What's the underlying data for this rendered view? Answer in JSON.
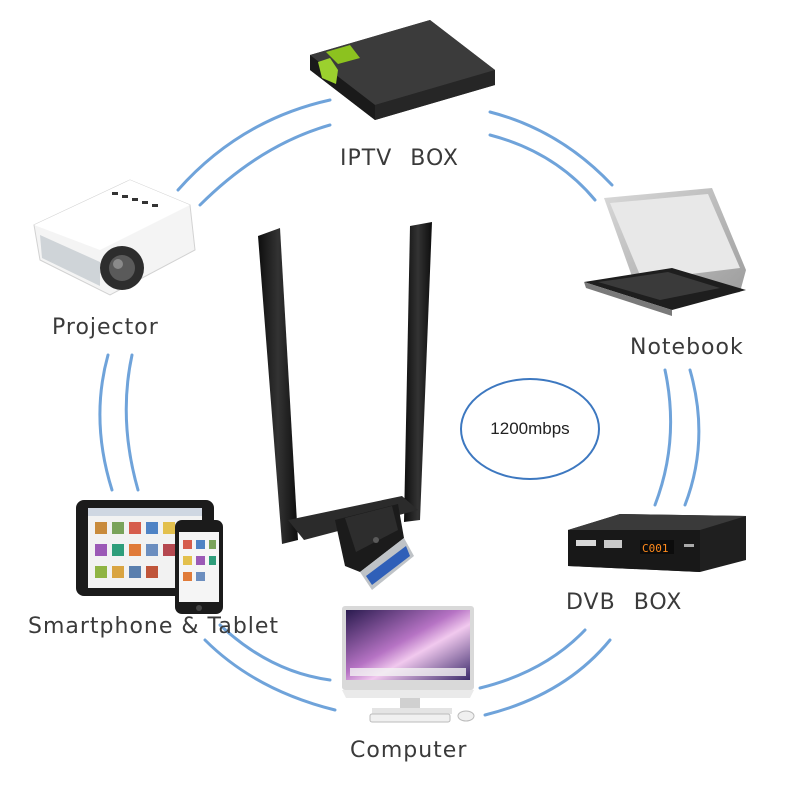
{
  "devices": {
    "iptv_box": "IPTV BOX",
    "notebook": "Notebook",
    "projector": "Projector",
    "dvb_box": "DVB BOX",
    "smartphone_tablet": "Smartphone & Tablet",
    "computer": "Computer"
  },
  "speed_badge": "1200mbps",
  "dvb_display": "C001",
  "colors": {
    "connection_lines": "#6fa3da",
    "badge_border": "#3d78c0",
    "label_text": "#3a3a3a",
    "adapter_body": "#1c1c1c",
    "iptv_accent": "#9bd12e"
  },
  "icons": [
    "usb-wifi-adapter",
    "iptv-box",
    "laptop",
    "projector",
    "tablet",
    "smartphone",
    "dvb-receiver",
    "desktop-monitor",
    "keyboard",
    "mouse"
  ]
}
